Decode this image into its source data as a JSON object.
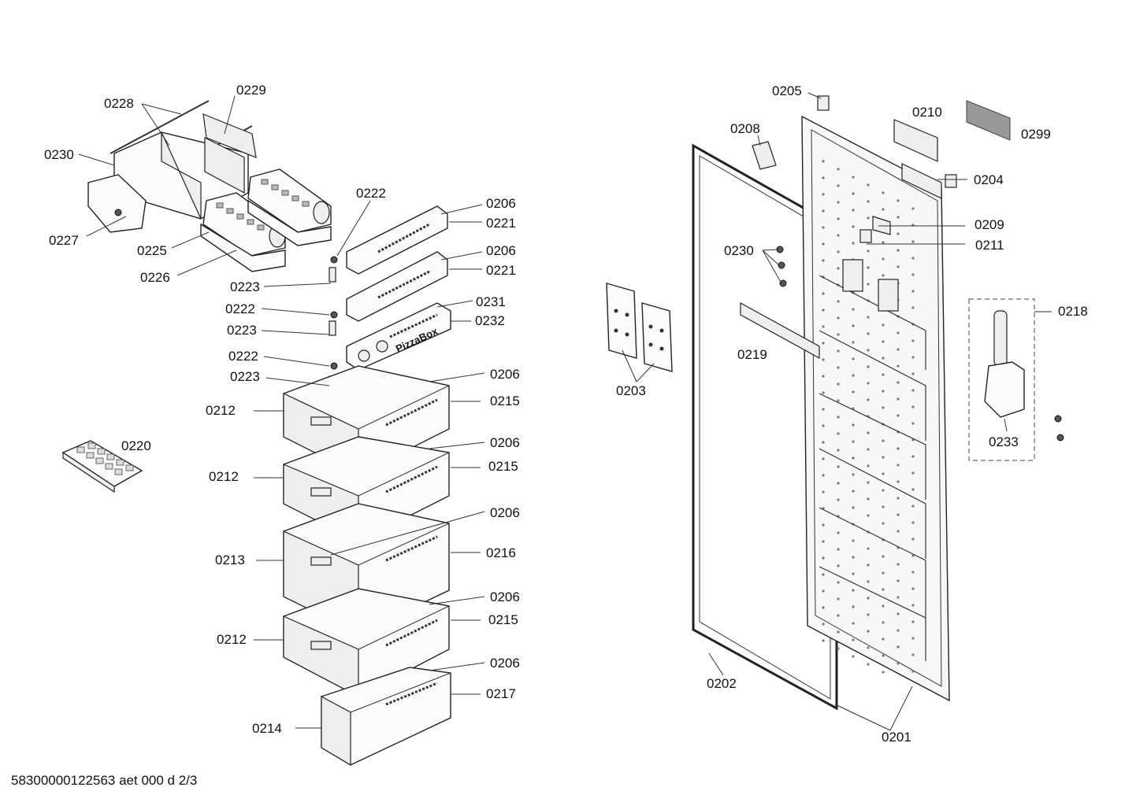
{
  "labels": {
    "l0201": "0201",
    "l0202": "0202",
    "l0203": "0203",
    "l0204": "0204",
    "l0205": "0205",
    "l0206": "0206",
    "l0208": "0208",
    "l0209": "0209",
    "l0210": "0210",
    "l0211": "0211",
    "l0212": "0212",
    "l0213": "0213",
    "l0214": "0214",
    "l0215": "0215",
    "l0216": "0216",
    "l0217": "0217",
    "l0218": "0218",
    "l0219": "0219",
    "l0220": "0220",
    "l0221": "0221",
    "l0222": "0222",
    "l0223": "0223",
    "l0225": "0225",
    "l0226": "0226",
    "l0227": "0227",
    "l0228": "0228",
    "l0229": "0229",
    "l0230": "0230",
    "l0231": "0231",
    "l0232": "0232",
    "l0233": "0233",
    "l0299": "0299"
  },
  "drawer_text": "PizzaBox",
  "footer": "58300000122563 aet 000 d 2/3"
}
